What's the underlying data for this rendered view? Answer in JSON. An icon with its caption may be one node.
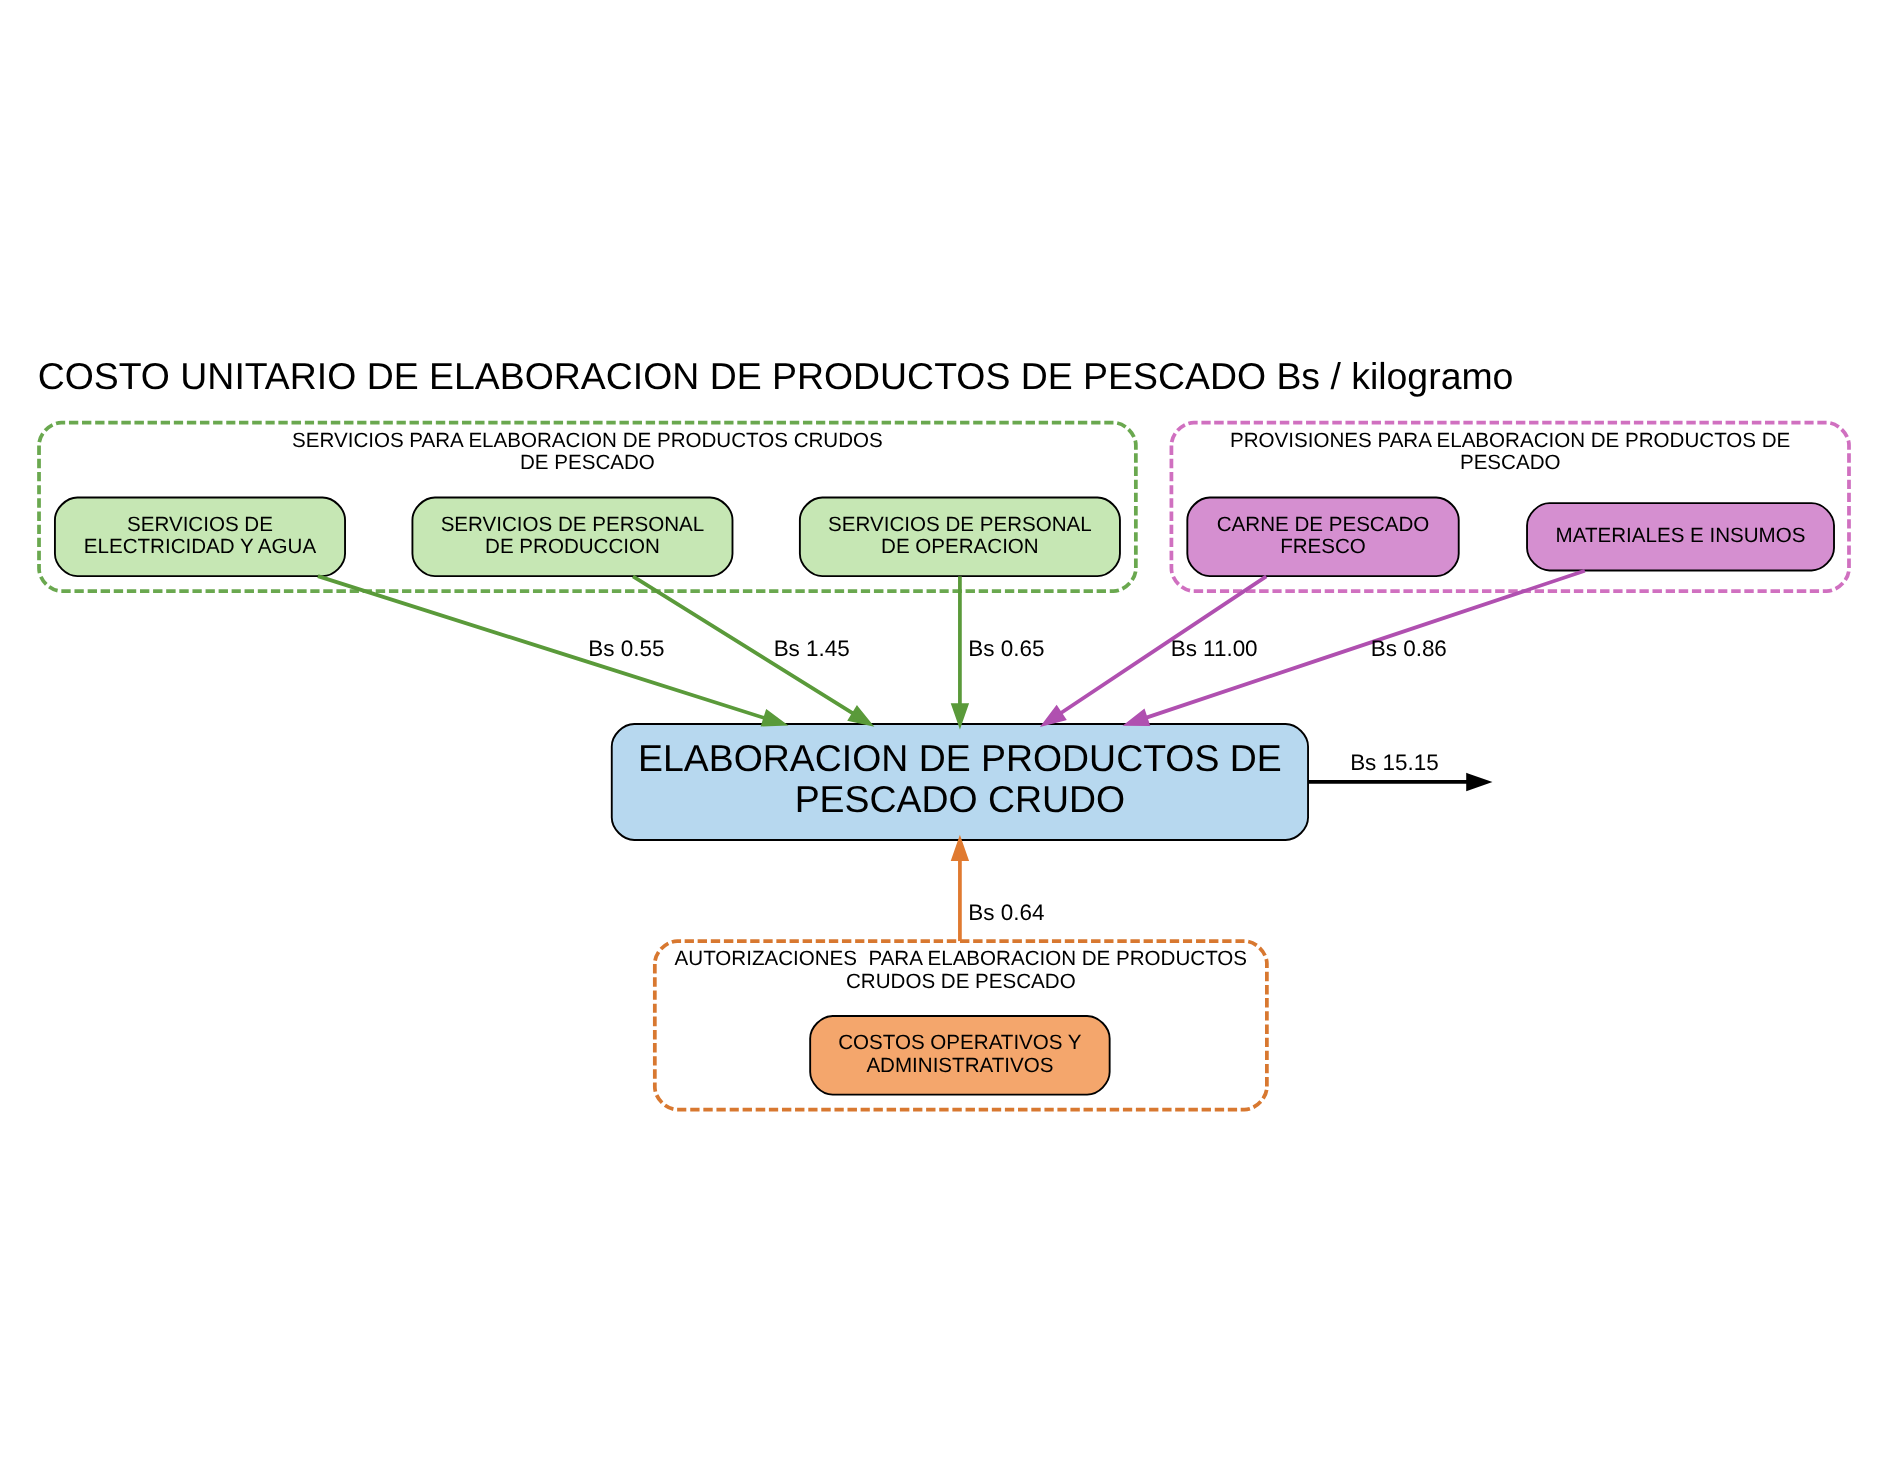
{
  "diagram": {
    "title": "COSTO UNITARIO DE ELABORACION DE PRODUCTOS DE PESCADO Bs / kilogramo",
    "nodes": [
      {
        "text": [
          "SERVICIOS PARA ELABORACION DE PRODUCTOS CRUDOS DE PESCADO"
        ]
      },
      {
        "text": [
          "SERVICIOS DE ELECTRICIDAD Y AGUA"
        ],
        "in": 0
      },
      {
        "text": [
          "SERVICIOS DE PERSONAL DE PRODUCCION"
        ],
        "in": 0
      },
      {
        "text": [
          "SERVICIOS DE PERSONAL DE OPERACION"
        ],
        "in": 0
      },
      {
        "text": [
          "PROVISIONES PARA ELABORACION DE PRODUCTOS DE PESCADO"
        ]
      },
      {
        "text": [
          "CARNE DE PESCADO FRESCO"
        ],
        "in": 4
      },
      {
        "text": [
          "MATERIALES E INSUMOS"
        ],
        "in": 4
      },
      {
        "text": [
          "ELABORACION DE PRODUCTOS DE PESCADO CRUDO"
        ]
      },
      {
        "text": [
          "AUTORIZACIONES  PARA ELABORACION DE PRODUCTOS CRUDOS DE PESCADO"
        ]
      },
      {
        "text": [
          "COSTOS OPERATIVOS Y ADMINISTRATIVOS"
        ],
        "in": 8
      }
    ],
    "edges": [
      {
        "from": 1,
        "to": 7,
        "arrow": "to",
        "label": "Bs 0.55",
        "color": "#5a9a3a"
      },
      {
        "from": 2,
        "to": 7,
        "arrow": "to",
        "label": "Bs 1.45",
        "color": "#5a9a3a"
      },
      {
        "from": 3,
        "to": 7,
        "arrow": "to",
        "label": "Bs 0.65",
        "color": "#5a9a3a"
      },
      {
        "from": 5,
        "to": 7,
        "arrow": "to",
        "label": "Bs 11.00",
        "color": "#b050b0"
      },
      {
        "from": 6,
        "to": 7,
        "arrow": "to",
        "label": "Bs 0.86",
        "color": "#b050b0"
      },
      {
        "from": 8,
        "to": 7,
        "arrow": "to",
        "label": "Bs 0.64",
        "color": "#e07a30"
      },
      {
        "from": 7,
        "to": null,
        "arrow": "to",
        "label": "Bs 15.15",
        "color": "#000000"
      }
    ]
  }
}
